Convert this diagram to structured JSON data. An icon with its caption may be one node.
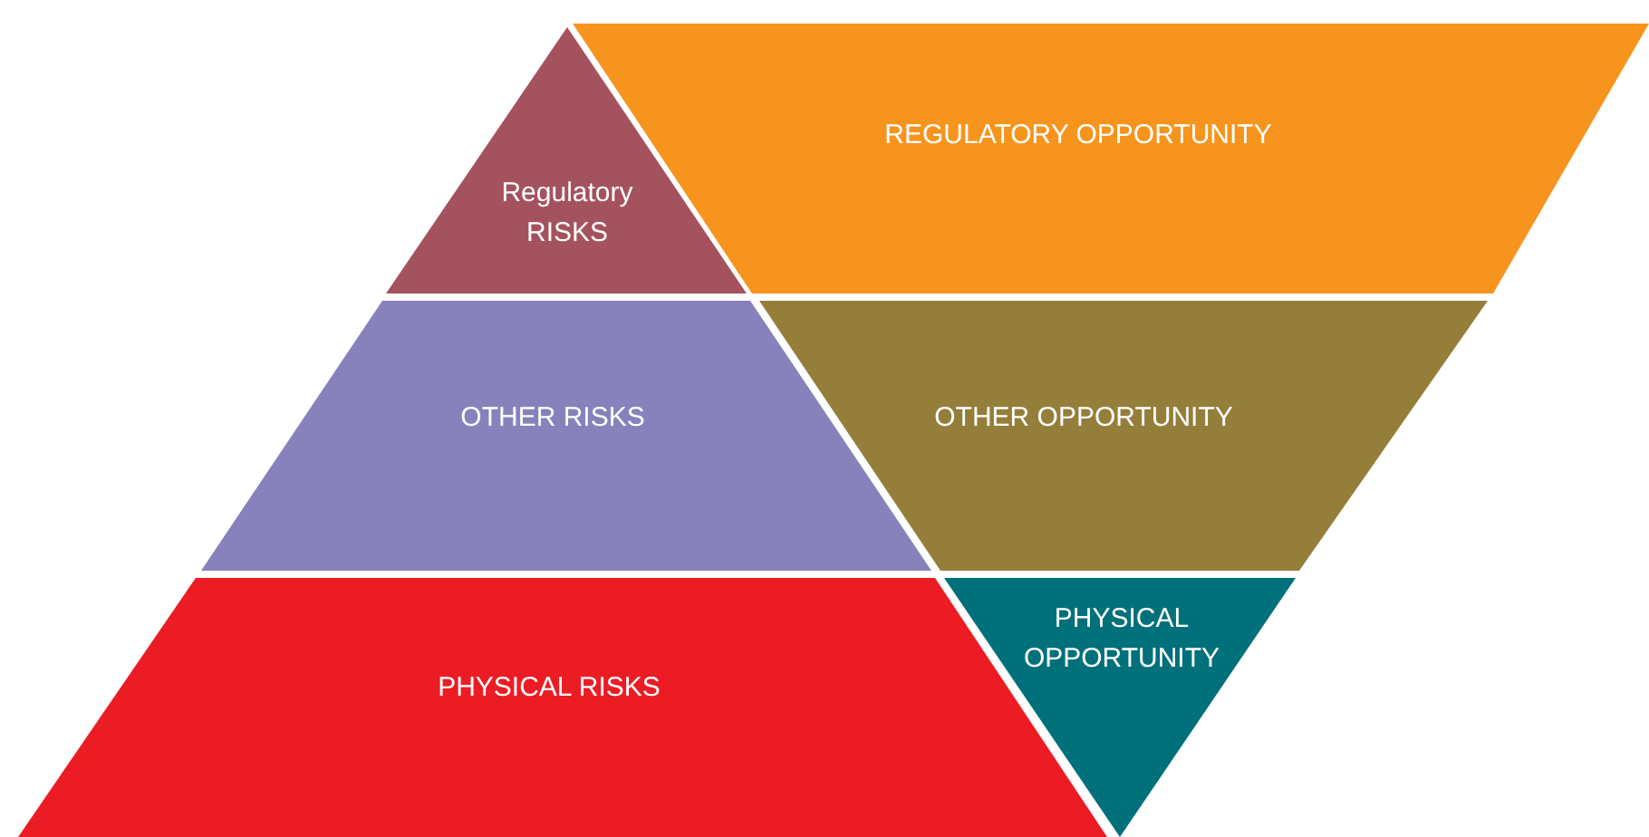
{
  "diagram": {
    "nodes": [
      {
        "text": [
          "Regulatory RISKS"
        ]
      },
      {
        "text": [
          "REGULATORY OPPORTUNITY"
        ]
      },
      {
        "text": [
          "OTHER RISKS"
        ]
      },
      {
        "text": [
          "OTHER OPPORTUNITY"
        ]
      },
      {
        "text": [
          "PHYSICAL RISKS"
        ]
      },
      {
        "text": [
          "PHYSICAL OPPORTUNITY"
        ]
      }
    ]
  }
}
